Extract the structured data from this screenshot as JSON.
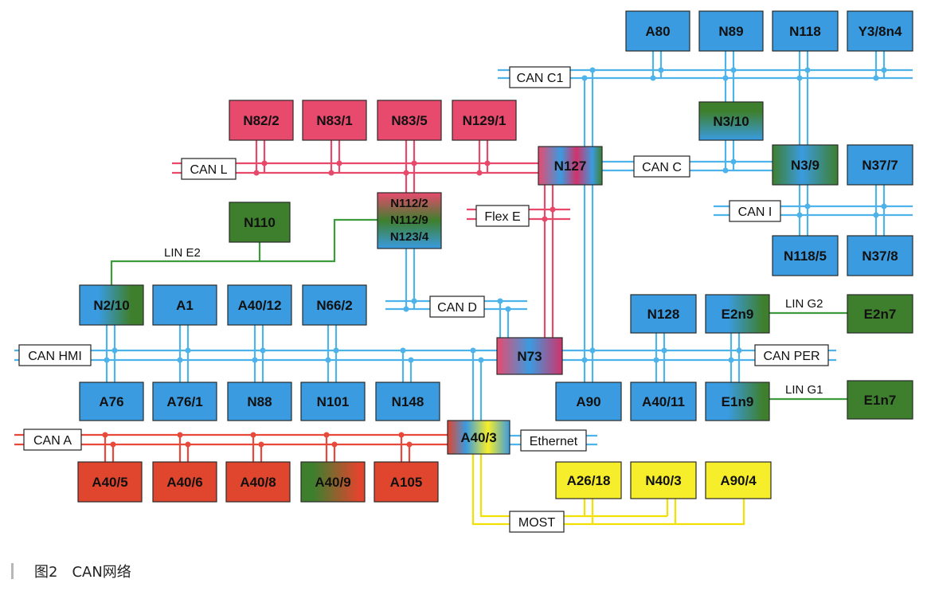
{
  "nodes": {
    "a80": "A80",
    "n89": "N89",
    "n118": "N118",
    "y3": "Y3/8n4",
    "n82_2": "N82/2",
    "n83_1": "N83/1",
    "n83_5": "N83/5",
    "n129_1": "N129/1",
    "n3_10": "N3/10",
    "n127": "N127",
    "n3_9": "N3/9",
    "n37_7": "N37/7",
    "n110": "N110",
    "n112_2": "N112/2",
    "n112_9": "N112/9",
    "n123_4": "N123/4",
    "n118_5": "N118/5",
    "n37_8": "N37/8",
    "n2_10": "N2/10",
    "a1": "A1",
    "a40_12": "A40/12",
    "n66_2": "N66/2",
    "n128": "N128",
    "e2n9": "E2n9",
    "e2n7": "E2n7",
    "n73": "N73",
    "a76": "A76",
    "a76_1": "A76/1",
    "n88": "N88",
    "n101": "N101",
    "n148": "N148",
    "a90": "A90",
    "a40_11": "A40/11",
    "e1n9": "E1n9",
    "e1n7": "E1n7",
    "a40_3": "A40/3",
    "a40_5": "A40/5",
    "a40_6": "A40/6",
    "a40_8": "A40/8",
    "a40_9": "A40/9",
    "a105": "A105",
    "a26_18": "A26/18",
    "n40_3": "N40/3",
    "a90_4": "A90/4"
  },
  "buses": {
    "can_c1": "CAN C1",
    "can_l": "CAN L",
    "can_c": "CAN C",
    "flex_e": "Flex E",
    "can_i": "CAN I",
    "can_d": "CAN D",
    "can_hmi": "CAN HMI",
    "can_per": "CAN PER",
    "can_a": "CAN A",
    "ethernet": "Ethernet",
    "most": "MOST",
    "lin_e2": "LIN E2",
    "lin_g2": "LIN G2",
    "lin_g1": "LIN G1"
  },
  "caption": {
    "text": "图2　CAN网络"
  },
  "colors": {
    "blue": "#3a9be0",
    "pink": "#e84a6e",
    "orange_red": "#e0452e",
    "green": "#3e7f2e",
    "yellow": "#f6ee2a",
    "can_blue_line": "#4db3ea",
    "can_red_line": "#e8486a",
    "lin_green_line": "#3d9a3d",
    "most_yellow_line": "#f2e000"
  }
}
